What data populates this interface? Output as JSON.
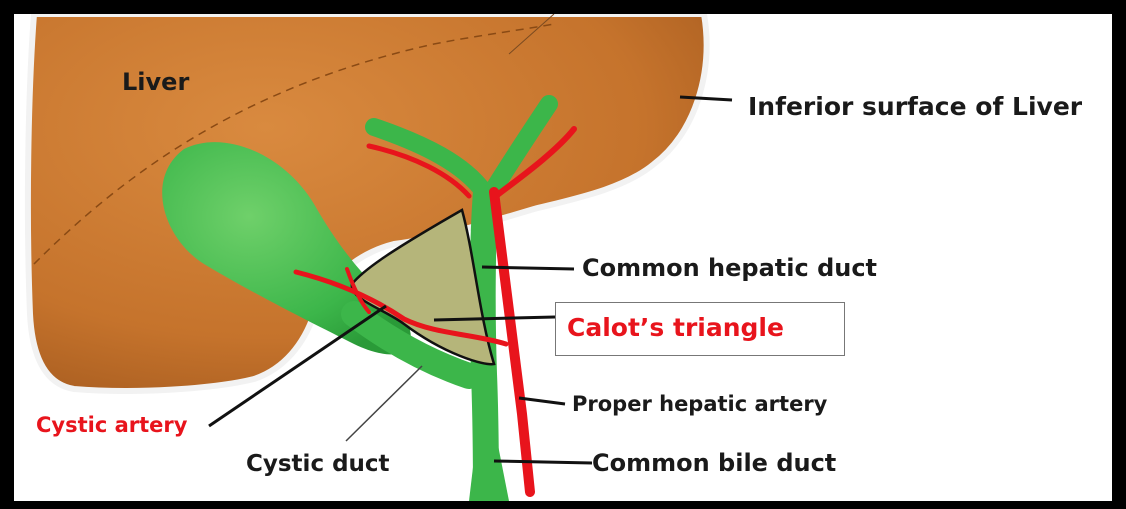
{
  "labels": {
    "liver": "Liver",
    "inferior_surface": "Inferior surface of Liver",
    "common_hepatic_duct": "Common hepatic duct",
    "calots_triangle": "Calot’s triangle",
    "proper_hepatic_artery": "Proper hepatic artery",
    "cystic_artery": "Cystic artery",
    "cystic_duct": "Cystic duct",
    "common_bile_duct": "Common bile duct"
  },
  "colors": {
    "liver": "#c5732c",
    "duct_green": "#3cb64a",
    "artery_red": "#e8141c",
    "triangle_fill": "#b5b57a",
    "highlight_text": "#e8141c"
  }
}
